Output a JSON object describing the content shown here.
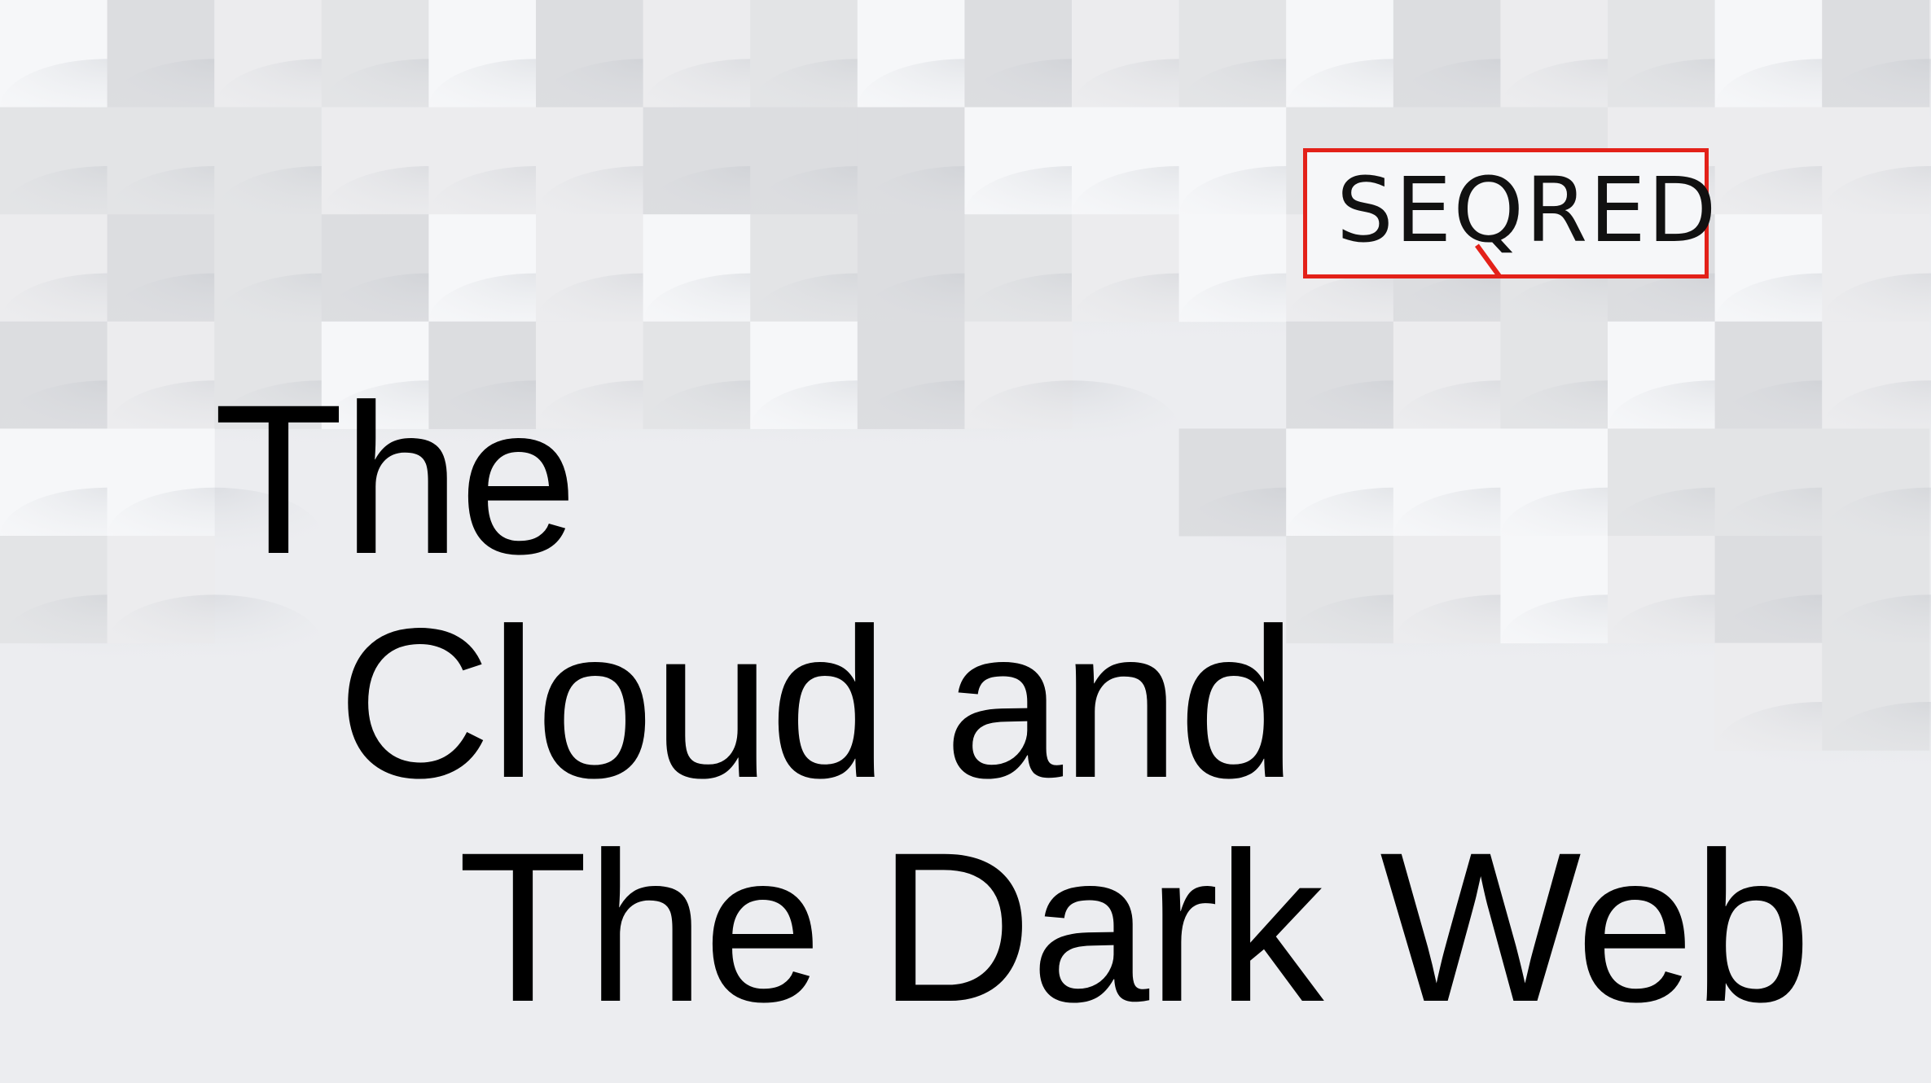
{
  "title_lines": [
    "The",
    "Cloud and",
    "The Dark Web"
  ],
  "logo": {
    "text": "SEQRED",
    "accent_color": "#e32119"
  },
  "background": {
    "pattern": "white 3D checkered tiles with soft shadows"
  },
  "colors": {
    "background": "#ecedf0",
    "title_text": "#000000"
  }
}
